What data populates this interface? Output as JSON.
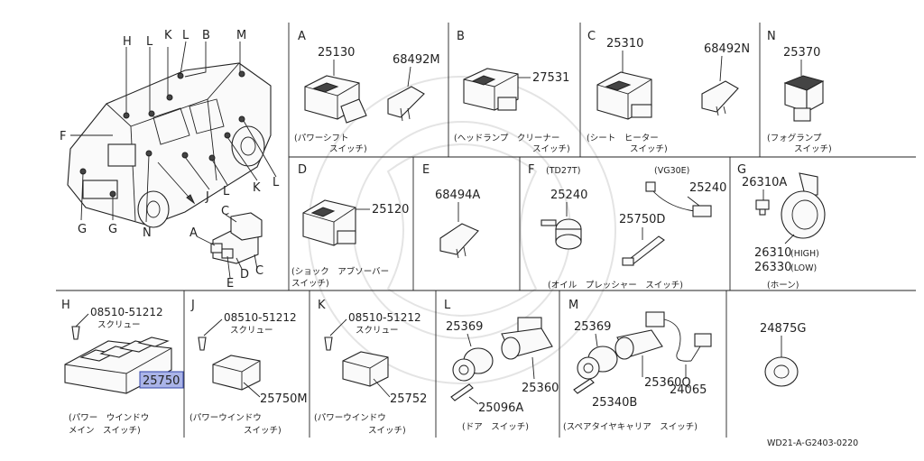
{
  "diagram": {
    "catalog_code": "WD21-A-G2403-0220",
    "vehicle_callouts": [
      "H",
      "L",
      "K",
      "L",
      "B",
      "M",
      "F",
      "G",
      "G",
      "N",
      "J",
      "L",
      "K",
      "L"
    ],
    "connector_callouts": [
      "C",
      "A",
      "E",
      "D",
      "C"
    ],
    "panels": {
      "A": {
        "letter": "A",
        "parts": [
          "25130",
          "68492M"
        ],
        "caption": [
          "(パワーシフト",
          "スイッチ)"
        ]
      },
      "B": {
        "letter": "B",
        "parts": [
          "27531"
        ],
        "caption": [
          "(ヘッドランプ　クリーナー",
          "スイッチ)"
        ]
      },
      "C": {
        "letter": "C",
        "parts": [
          "25310",
          "68492N"
        ],
        "caption": [
          "(シート　ヒーター",
          "スイッチ)"
        ]
      },
      "N": {
        "letter": "N",
        "parts": [
          "25370"
        ],
        "caption": [
          "(フォグランプ",
          "スイッチ)"
        ]
      },
      "D": {
        "letter": "D",
        "parts": [
          "25120"
        ],
        "caption": [
          "(ショック　アブソーバー",
          "スイッチ)"
        ]
      },
      "E": {
        "letter": "E",
        "parts": [
          "68494A"
        ]
      },
      "F": {
        "letter": "F",
        "variants": [
          "(TD27T)",
          "(VG30E)"
        ],
        "parts": [
          "25240",
          "25240",
          "25750D"
        ],
        "caption": [
          "(オイル　プレッシャー　スイッチ)"
        ]
      },
      "G": {
        "letter": "G",
        "parts": [
          "26310A",
          "26310",
          "26330"
        ],
        "variants": [
          "(HIGH)",
          "(LOW)"
        ],
        "caption": [
          "(ホーン)"
        ]
      },
      "H": {
        "letter": "H",
        "parts": [
          "08510-51212",
          "25750"
        ],
        "screw": "スクリュー",
        "caption": [
          "(パワー　ウインドウ",
          "メイン　スイッチ)"
        ]
      },
      "J": {
        "letter": "J",
        "parts": [
          "08510-51212",
          "25750M"
        ],
        "screw": "スクリュー",
        "caption": [
          "(パワーウインドウ",
          "スイッチ)"
        ]
      },
      "K": {
        "letter": "K",
        "parts": [
          "08510-51212",
          "25752"
        ],
        "screw": "スクリュー",
        "caption": [
          "(パワーウインドウ",
          "スイッチ)"
        ]
      },
      "L": {
        "letter": "L",
        "parts": [
          "25369",
          "25360",
          "25096A"
        ],
        "caption": [
          "(ドア　スイッチ)"
        ]
      },
      "M": {
        "letter": "M",
        "parts": [
          "25369",
          "25360Q",
          "25340B",
          "24065"
        ],
        "caption": [
          "(スペアタイヤキャリア　スイッチ)"
        ]
      },
      "X": {
        "parts": [
          "24875G"
        ]
      }
    },
    "highlight_part": "25750",
    "colors": {
      "line": "#222222",
      "highlight": "#aab4e8",
      "highlight_border": "#3344aa"
    }
  }
}
